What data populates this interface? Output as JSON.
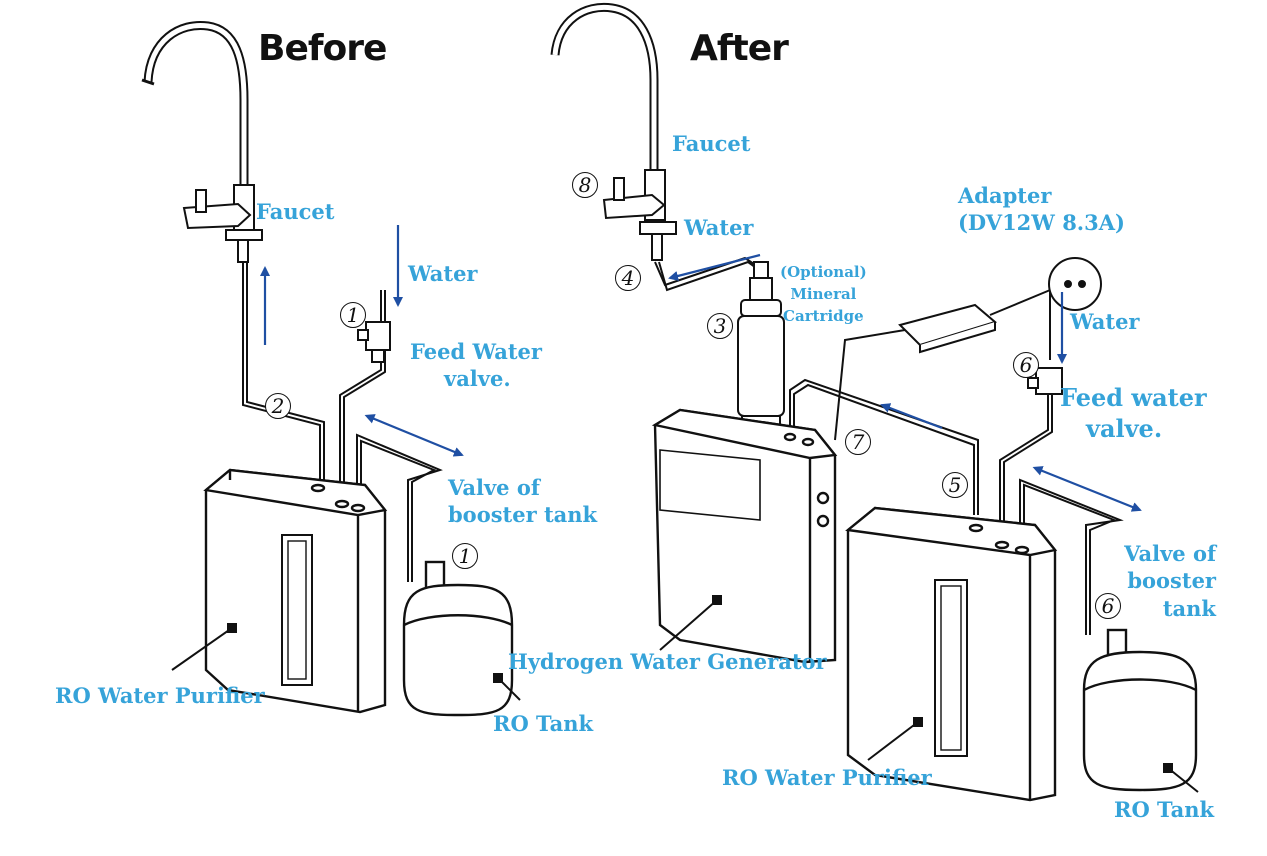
{
  "headings": {
    "before": "Before",
    "after": "After"
  },
  "before": {
    "faucet": "Faucet",
    "water": "Water",
    "feed_valve": [
      "Feed Water",
      "valve."
    ],
    "booster": [
      "Valve of",
      "booster tank"
    ],
    "purifier": "RO Water Purifier",
    "tank": "RO Tank",
    "markers": [
      "1",
      "2",
      "1"
    ]
  },
  "after": {
    "faucet": "Faucet",
    "water_top": "Water",
    "adapter": [
      "Adapter",
      "(DV12W 8.3A)"
    ],
    "water_right": "Water",
    "mineral": [
      "(Optional)",
      "Mineral",
      "Cartridge"
    ],
    "feed_valve": [
      "Feed water",
      "valve."
    ],
    "booster": [
      "Valve of",
      "booster",
      "tank"
    ],
    "generator": "Hydrogen Water Generator",
    "purifier": "RO Water Purifier",
    "tank": "RO Tank",
    "markers": [
      "8",
      "4",
      "3",
      "6",
      "7",
      "5",
      "6"
    ]
  },
  "colors": {
    "label": "#36a3d9",
    "arrow": "#1f4fa3",
    "line": "#111111"
  }
}
